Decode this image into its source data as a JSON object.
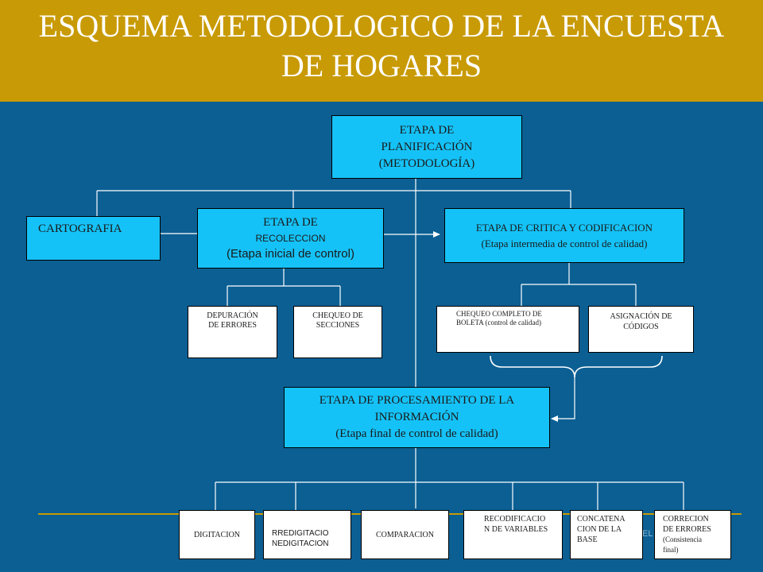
{
  "title": {
    "line1": "ESQUEMA METODOLOGICO DE LA ENCUESTA",
    "line2": "DE HOGARES"
  },
  "footer_text": "EL",
  "colors": {
    "background": "#0b5f93",
    "header": "#c89a05",
    "box_fill": "#15c2f7",
    "sub_box_fill": "#ffffff"
  },
  "diagram": {
    "planificacion": [
      "ETAPA DE",
      "PLANIFICACIÓN",
      "(METODOLOGÍA)"
    ],
    "cartografia": "CARTOGRAFIA",
    "recoleccion": [
      "ETAPA DE",
      "RECOLECCION",
      "(Etapa inicial de control)"
    ],
    "critica": [
      "ETAPA DE CRITICA Y CODIFICACION",
      "(Etapa intermedia de  control de calidad)"
    ],
    "depuracion": [
      "DEPURACIÓN",
      "DE ERRORES"
    ],
    "chequeo_secciones": [
      "CHEQUEO DE",
      "SECCIONES"
    ],
    "chequeo_boleta": [
      "CHEQUEO COMPLETO DE",
      "BOLETA (control de calidad)"
    ],
    "asignacion": [
      "ASIGNACIÓN DE",
      "CÓDIGOS"
    ],
    "procesamiento": [
      "ETAPA DE PROCESAMIENTO DE LA",
      "INFORMACIÓN",
      "(Etapa final de control de calidad)"
    ],
    "digitacion": "DIGITACION",
    "redigitacion": [
      "RREDIGITACIO",
      "NEDIGITACION"
    ],
    "comparacion": "COMPARACION",
    "recodificacion": [
      "RECODIFICACIO",
      "N DE VARIABLES"
    ],
    "concatenacion": [
      "CONCATENA",
      "CION DE LA",
      "BASE"
    ],
    "correcion": [
      "CORRECION",
      "DE ERRORES",
      "(Consistencia",
      "final)"
    ]
  }
}
